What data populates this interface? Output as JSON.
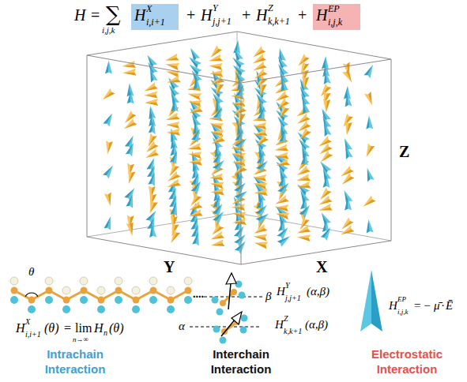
{
  "diagram": {
    "nodes": [
      {
        "text": [
          "H",
          "X",
          "i,i+1"
        ]
      },
      {
        "text": [
          "H",
          "EP",
          "i,j,k"
        ]
      }
    ],
    "labels": [
      "H",
      "=",
      "∑",
      "i,j,k",
      "+",
      "H",
      "Y",
      "j,j+1",
      "+",
      "H",
      "Z",
      "k,k+1",
      "+",
      "Z",
      "Y",
      "X",
      "θ",
      "H",
      "X",
      "i,i+1",
      "(θ)",
      "=",
      "lim",
      "n→∞",
      "H",
      "n",
      "(θ)",
      "....",
      "β",
      "H",
      "Y",
      "j,j+1",
      "(α,β)",
      "α",
      "H",
      "Z",
      "k,k+1",
      "(α,β)",
      "H",
      "EP",
      "i,j,k",
      "= −",
      "μ̄",
      "·",
      "Ē",
      "Intrachain Interaction",
      "Interchain Interaction",
      "Electrostatic Interaction"
    ]
  }
}
